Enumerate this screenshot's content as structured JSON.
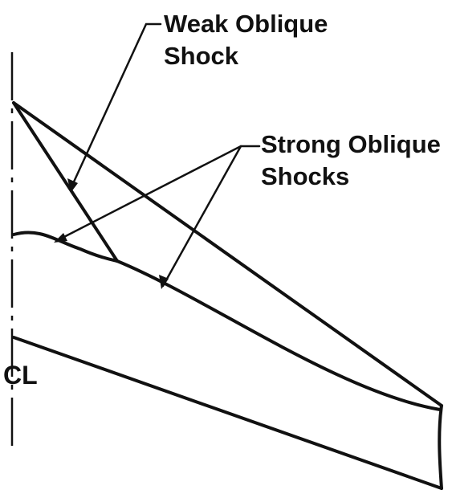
{
  "labels": {
    "weak_line1": "Weak Oblique",
    "weak_line2": "Shock",
    "strong_line1": "Strong Oblique",
    "strong_line2": "Shocks",
    "centerline_symbol": "CL"
  }
}
